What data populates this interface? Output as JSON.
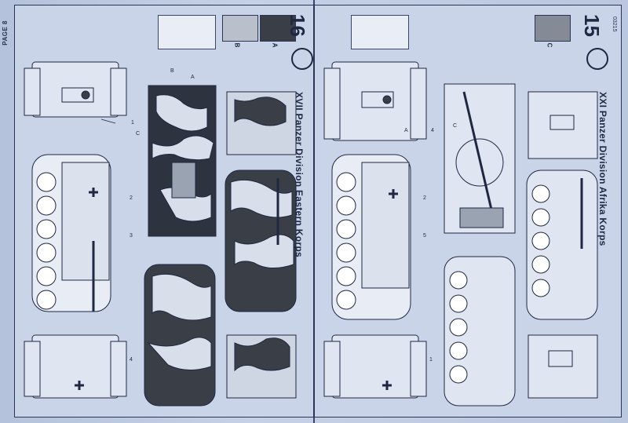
{
  "page_label": "PAGE 8",
  "code": "03215",
  "left_step": {
    "number": "16",
    "title": "XVII Panzer Division Eastern Korps",
    "swatches": [
      {
        "id": "A",
        "label": "A",
        "color": "#3a3f47"
      },
      {
        "id": "B",
        "label": "B",
        "color": "#b9c0cc"
      }
    ],
    "callouts": [
      "1",
      "2",
      "3",
      "4",
      "A",
      "B",
      "C"
    ]
  },
  "right_step": {
    "number": "15",
    "title": "XXI Panzer Division Afrika Korps",
    "swatches": [
      {
        "id": "C",
        "label": "C",
        "color": "#858b96"
      }
    ],
    "callouts": [
      "1",
      "2",
      "4",
      "5",
      "A",
      "C"
    ]
  },
  "colors": {
    "paper": "#c9d4e8",
    "ink": "#1f2742",
    "camo_dark": "#2e343f",
    "camo_light": "#d9dfea"
  }
}
